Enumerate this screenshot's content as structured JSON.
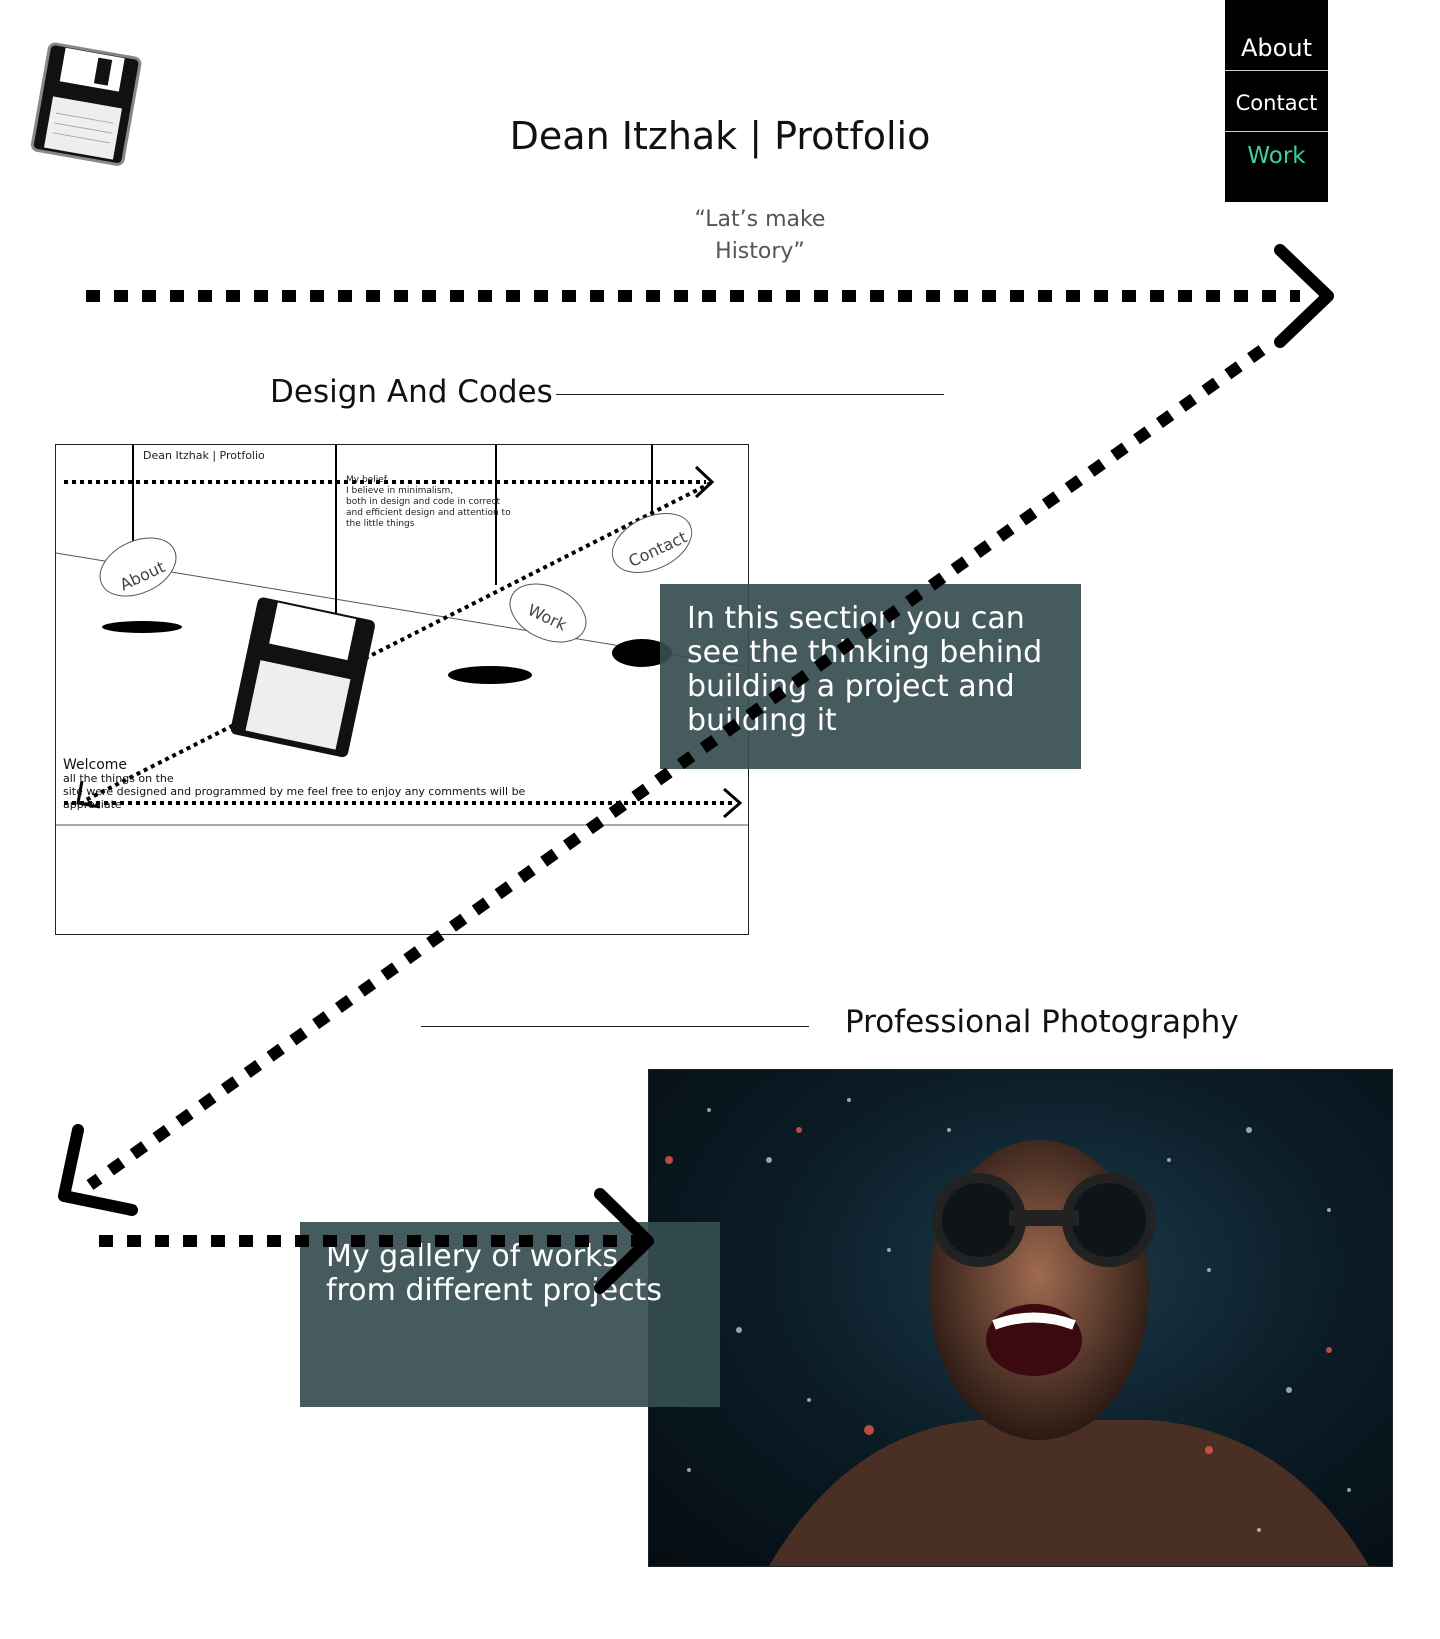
{
  "nav": {
    "about": "About",
    "contact": "Contact",
    "work": "Work",
    "active": "Work"
  },
  "header": {
    "title": "Dean Itzhak | Protfolio",
    "quote_line1": "“Lat’s make",
    "quote_line2": "History”"
  },
  "sections": {
    "design": {
      "title": "Design And Codes",
      "overlay": "In this section you can see the thinking behind building a project and building it",
      "preview": {
        "title": "Dean Itzhak | Protfolio",
        "belief_title": "My belief",
        "belief_text": [
          "I believe in minimalism,",
          "both in design and code in correct",
          "and efficient design and attention to",
          "the little things"
        ],
        "clouds": [
          "About",
          "Work",
          "Contact"
        ],
        "welcome": "Welcome",
        "welcome_text": [
          "all the things on the",
          "site were designed and programmed by me feel free to enjoy any comments will be",
          "appreciate"
        ]
      }
    },
    "photography": {
      "title": "Professional Photography",
      "overlay_line1": "My gallery of works",
      "overlay_line2": "from different projects"
    }
  },
  "icons": {
    "logo": "floppy-disk-icon",
    "arrow": "dotted-arrow-icon"
  },
  "colors": {
    "nav_bg": "#000000",
    "nav_active": "#3fd19a",
    "overlay": "#354d50"
  }
}
